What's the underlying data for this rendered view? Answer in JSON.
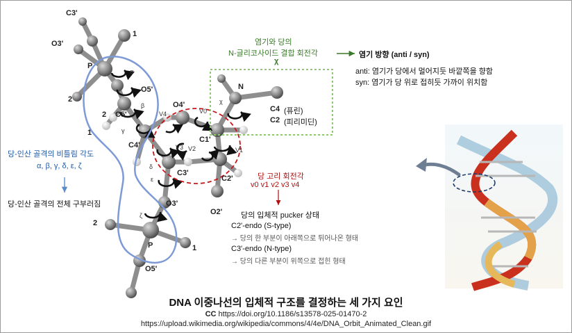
{
  "atoms": {
    "c3p_top": "C3'",
    "o3p_top": "O3'",
    "one_top": "1",
    "p_top": "P",
    "two_mid": "2",
    "o5p_top": "O5'",
    "c5p": "C5'",
    "two_c5": "2",
    "one_left": "1",
    "c4p": "C4'",
    "o4p": "O4'",
    "c1p": "C1'",
    "c3p": "C3'",
    "c2p": "C2'",
    "o2p": "O2'",
    "o3p_bot": "O3'",
    "two_bot": "2",
    "p_bot": "P",
    "one_bot": "1",
    "o5p_bot": "O5'",
    "n": "N",
    "c4": "C4",
    "c2": "C2"
  },
  "angles": {
    "alpha": "α",
    "beta": "β",
    "gamma": "γ",
    "delta": "δ",
    "epsilon": "ε",
    "zeta": "ζ",
    "chi": "χ",
    "v0": "V0",
    "v1": "V1",
    "v2": "V2",
    "v3": "V3",
    "v4": "V4"
  },
  "labels": {
    "purine": "(퓨린)",
    "pyrimidine": "(피리미딘)",
    "backbone_title": "당-인산 골격의 비틀림 각도",
    "backbone_angles": "α, β, γ, δ, ε, ζ",
    "backbone_effect": "당-인산 골격의 전체 구부러짐",
    "glyco_line1": "염기와 당의",
    "glyco_line2": "N-글리코사이드 결합 회전각",
    "glyco_symbol": "χ",
    "base_dir": "염기 방향 (anti / syn)",
    "anti_desc": "anti: 염기가 당에서 멀어지듯 바깥쪽을 향함",
    "syn_desc": "syn: 염기가 당 위로 접히듯 가까이 위치함",
    "ring_title": "당 고리 회전각",
    "ring_angles": "v0 v1 v2 v3 v4",
    "pucker_title": "당의 입체적 pucker 상태",
    "c2_endo": "C2'-endo (S-type)",
    "c2_endo_desc": "→ 당의 한 부분이 아래쪽으로 튀어나온 형태",
    "c3_endo": "C3'-endo (N-type)",
    "c3_endo_desc": "→ 당의 다른 부분이 위쪽으로 접힌 형태"
  },
  "title": "DNA 이중나선의 입체적 구조를 결정하는 세 가지 요인",
  "citation": {
    "cc": "CC",
    "doi": "https://doi.org/10.1186/s13578-025-01470-2",
    "url": "https://upload.wikimedia.org/wikipedia/commons/4/4e/DNA_Orbit_Animated_Clean.gif"
  },
  "colors": {
    "backbone_outline": "#7d9ad6",
    "ring_outline": "#c8161b",
    "glyco_box": "#8fc86f",
    "green_text": "#3a7a2a",
    "blue_text": "#1f5aa6",
    "red_text": "#b01010"
  }
}
